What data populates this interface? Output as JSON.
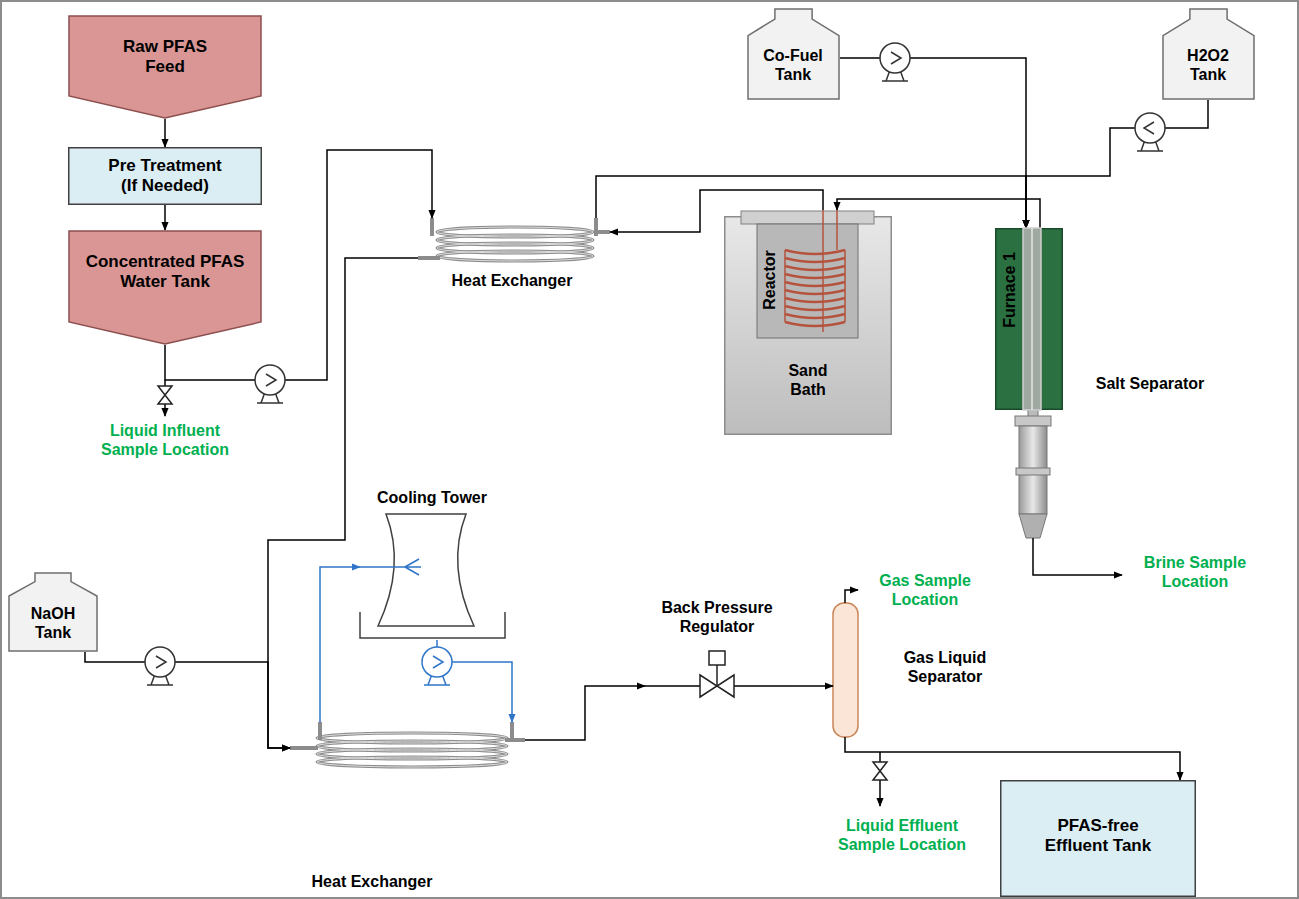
{
  "diagram": {
    "nodes": [
      {
        "text": [
          "Raw PFAS Feed"
        ]
      },
      {
        "text": [
          "Pre Treatment (If Needed)"
        ]
      },
      {
        "text": [
          "Concentrated PFAS Water Tank"
        ]
      },
      {
        "text": [
          "Co-Fuel Tank"
        ]
      },
      {
        "text": [
          "H2O2 Tank"
        ]
      },
      {
        "text": [
          "Heat Exchanger"
        ]
      },
      {
        "text": [
          "Sand Bath"
        ]
      },
      {
        "text": [
          "Reactor"
        ],
        "in": 6
      },
      {
        "text": [
          "Furnace 1"
        ]
      },
      {
        "text": [
          "Salt Separator"
        ]
      },
      {
        "text": [
          "NaOH Tank"
        ]
      },
      {
        "text": [
          "Cooling Tower"
        ]
      },
      {
        "text": [
          "Heat Exchanger"
        ]
      },
      {
        "text": [
          "Back Pressure Regulator"
        ]
      },
      {
        "text": [
          "Gas Liquid Separator"
        ]
      },
      {
        "text": [
          "PFAS-free Effluent Tank"
        ]
      }
    ],
    "edges": [
      {
        "from": 0,
        "to": 1,
        "arrow": "to"
      },
      {
        "from": 1,
        "to": 2,
        "arrow": "to"
      },
      {
        "from": 2,
        "to": 5,
        "arrow": "to"
      },
      {
        "from": 5,
        "to": 8,
        "arrow": "to"
      },
      {
        "from": 3,
        "to": 8,
        "arrow": "to"
      },
      {
        "from": 4,
        "to": 8,
        "arrow": "to"
      },
      {
        "from": 8,
        "to": 7,
        "arrow": "to"
      },
      {
        "from": 7,
        "to": 5,
        "arrow": "to"
      },
      {
        "from": 5,
        "to": 12,
        "arrow": "to"
      },
      {
        "from": 10,
        "to": 12,
        "arrow": "to"
      },
      {
        "from": 11,
        "to": 12,
        "arrow": "to"
      },
      {
        "from": 12,
        "to": 11,
        "arrow": "to"
      },
      {
        "from": 12,
        "to": 13,
        "arrow": "to"
      },
      {
        "from": 13,
        "to": 14,
        "arrow": "to"
      },
      {
        "from": 14,
        "to": 15,
        "arrow": "to"
      }
    ],
    "labels": [
      "Liquid Influent Sample Location",
      "Brine Sample Location",
      "Gas Sample Location",
      "Liquid Effluent Sample Location"
    ]
  }
}
